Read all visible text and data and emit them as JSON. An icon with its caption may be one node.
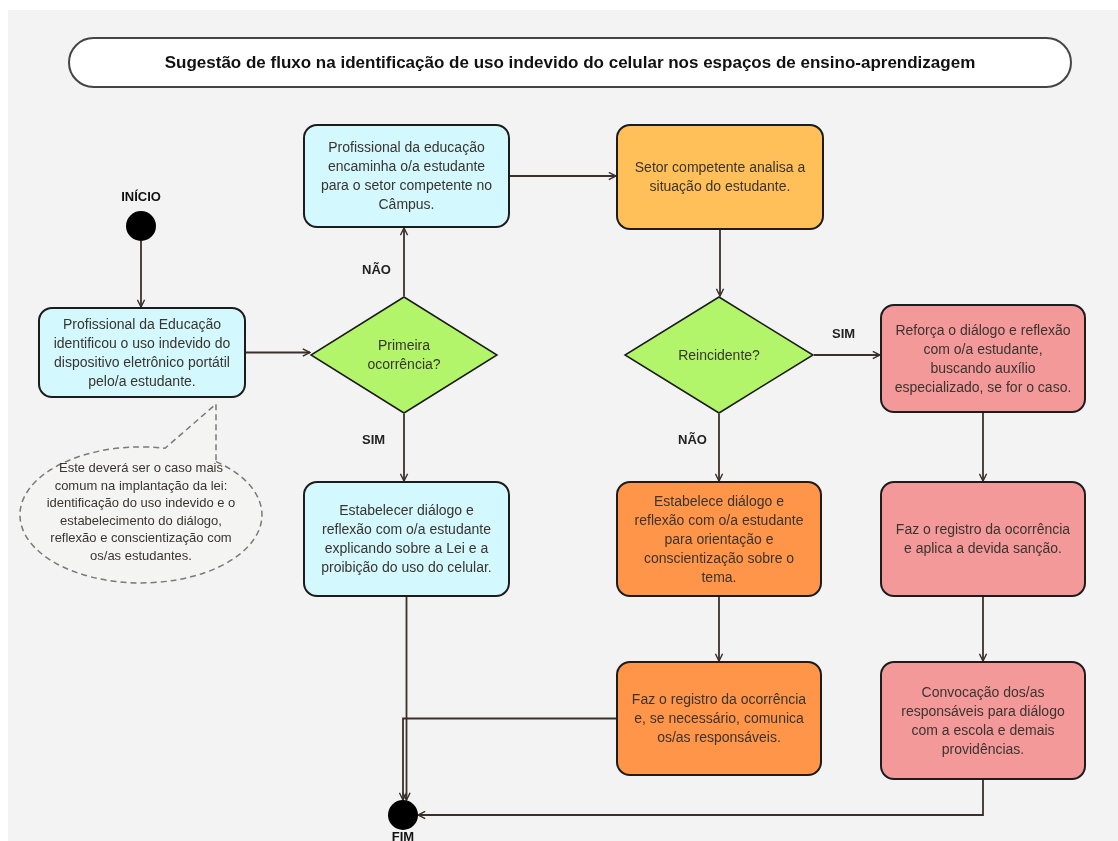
{
  "diagram": {
    "title": "Sugestão de fluxo na identificação de uso indevido do celular nos espaços de ensino-aprendizagem",
    "nodes": [
      {
        "text": [],
        "shape": "circle",
        "beside": [
          "INÍCIO"
        ]
      },
      {
        "text": [
          "Profissional da Educação identificou o uso indevido do dispositivo eletrônico portátil pelo/a estudante."
        ]
      },
      {
        "text": [
          "Este deverá ser o caso mais comum na implantação da lei: identificação do uso indevido e o estabelecimento do diálogo, reflexão e conscientização com os/as estudantes."
        ]
      },
      {
        "text": [
          "Primeira ocorrência?"
        ]
      },
      {
        "text": [
          "Profissional da educação encaminha o/a estudante para o setor competente no Câmpus."
        ]
      },
      {
        "text": [
          "Setor competente analisa a situação do estudante."
        ]
      },
      {
        "text": [
          "Reincidente?"
        ]
      },
      {
        "text": [
          "Reforça o diálogo e reflexão com o/a estudante, buscando auxílio especializado, se for o caso."
        ]
      },
      {
        "text": [
          "Estabelecer diálogo e reflexão com o/a estudante explicando sobre a Lei e a proibição do uso do celular."
        ]
      },
      {
        "text": [
          "Estabelece diálogo e reflexão com o/a estudante para orientação e conscientização sobre o tema."
        ]
      },
      {
        "text": [
          "Faz o registro da ocorrência e aplica a devida sanção."
        ]
      },
      {
        "text": [
          "Faz o registro da ocorrência e, se necessário, comunica os/as responsáveis."
        ]
      },
      {
        "text": [
          "Convocação dos/as responsáveis para diálogo com a escola e demais providências."
        ]
      },
      {
        "text": [],
        "shape": "circle",
        "beside": [
          "FIM"
        ]
      }
    ],
    "edges": [
      {
        "from": 0,
        "to": 1,
        "arrow": "to"
      },
      {
        "from": 1,
        "to": 3,
        "arrow": "to"
      },
      {
        "from": 3,
        "to": 4,
        "arrow": "to",
        "label": "NÃO"
      },
      {
        "from": 3,
        "to": 8,
        "arrow": "to",
        "label": "SIM"
      },
      {
        "from": 4,
        "to": 5,
        "arrow": "to"
      },
      {
        "from": 5,
        "to": 6,
        "arrow": "to"
      },
      {
        "from": 6,
        "to": 7,
        "arrow": "to",
        "label": "SIM"
      },
      {
        "from": 6,
        "to": 9,
        "arrow": "to",
        "label": "NÃO"
      },
      {
        "from": 9,
        "to": 11,
        "arrow": "to"
      },
      {
        "from": 7,
        "to": 10,
        "arrow": "to"
      },
      {
        "from": 10,
        "to": 12,
        "arrow": "to"
      },
      {
        "from": 8,
        "to": 13,
        "arrow": "to"
      },
      {
        "from": 11,
        "to": 13,
        "arrow": "to"
      },
      {
        "from": 12,
        "to": 13,
        "arrow": "to"
      }
    ]
  }
}
